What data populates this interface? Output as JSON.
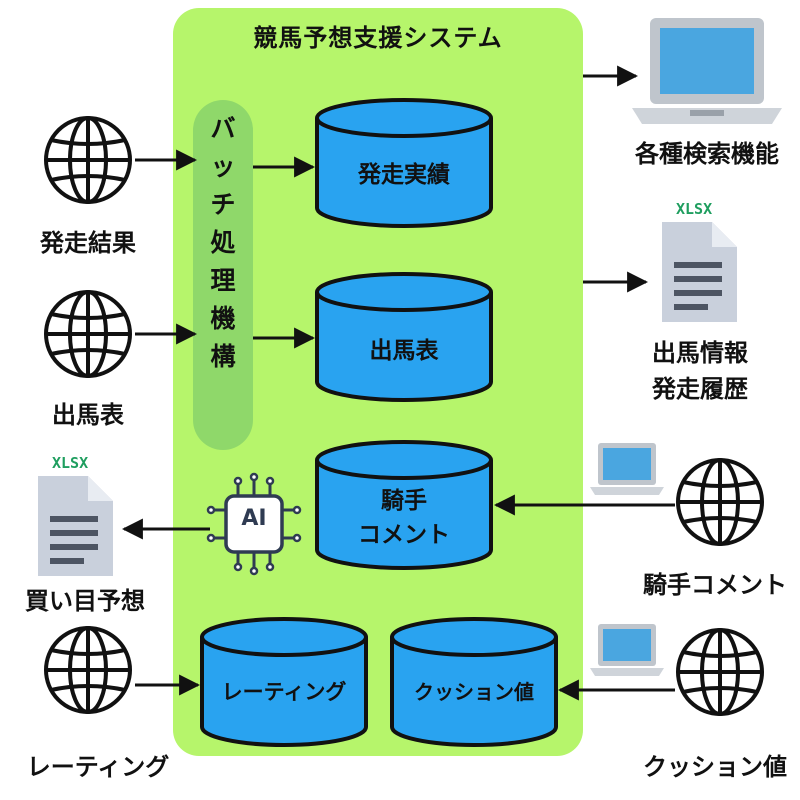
{
  "system": {
    "title": "競馬予想支援システム"
  },
  "batch": {
    "label_chars": [
      "バ",
      "ッ",
      "チ",
      "処",
      "理",
      "機",
      "構"
    ]
  },
  "databases": {
    "results": "発走実績",
    "entries": "出馬表",
    "jockey_line1": "騎手",
    "jockey_line2": "コメント",
    "rating": "レーティング",
    "cushion": "クッション値"
  },
  "ai": {
    "label": "AI"
  },
  "inputs": {
    "results": "発走結果",
    "entries": "出馬表",
    "rating": "レーティング",
    "jockey": "騎手コメント",
    "cushion": "クッション値"
  },
  "outputs": {
    "search": "各種検索機能",
    "xlsx_tag": "XLSX",
    "entry_info_line1": "出馬情報",
    "entry_info_line2": "発走履歴",
    "prediction_xlsx_tag": "XLSX",
    "prediction": "買い目予想"
  },
  "colors": {
    "system_bg": "#b6f56b",
    "batch_bg": "#8fd86a",
    "db_fill": "#29a3f0",
    "laptop_screen": "#4aa6e0",
    "doc_fill": "#c9d0dc",
    "xlsx_color": "#1f9e5f"
  }
}
